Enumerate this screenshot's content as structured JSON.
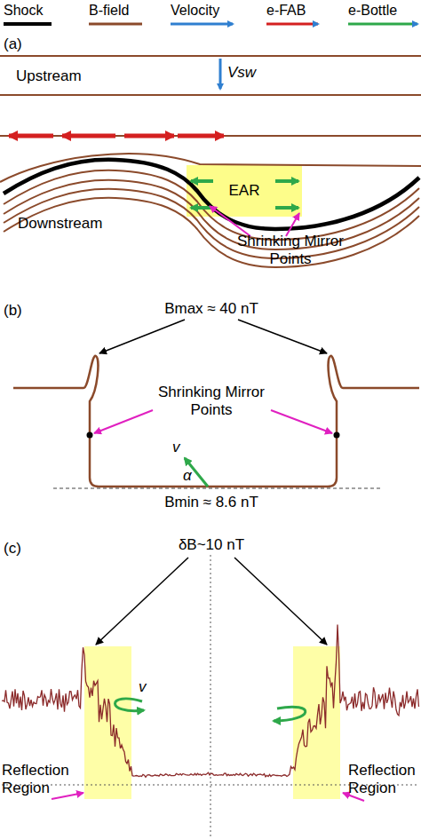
{
  "diagram": {
    "nodes": [
      {
        "text": [
          "EAR"
        ]
      }
    ],
    "labels": [
      "(a)",
      "Upstream",
      "Vsw",
      "Downstream",
      "Shrinking Mirror Points",
      "(b)",
      "Bmax ≈ 40 nT",
      "Shrinking Mirror Points",
      "v",
      "α",
      "Bmin ≈ 8.6 nT",
      "(c)",
      "δB~10 nT",
      "v",
      "Reflection Region",
      "Reflection Region"
    ],
    "legend": [
      {
        "text": "Shock"
      },
      {
        "text": "B-field"
      },
      {
        "text": "Velocity"
      },
      {
        "text": "e-FAB"
      },
      {
        "text": "e-Bottle"
      }
    ]
  }
}
